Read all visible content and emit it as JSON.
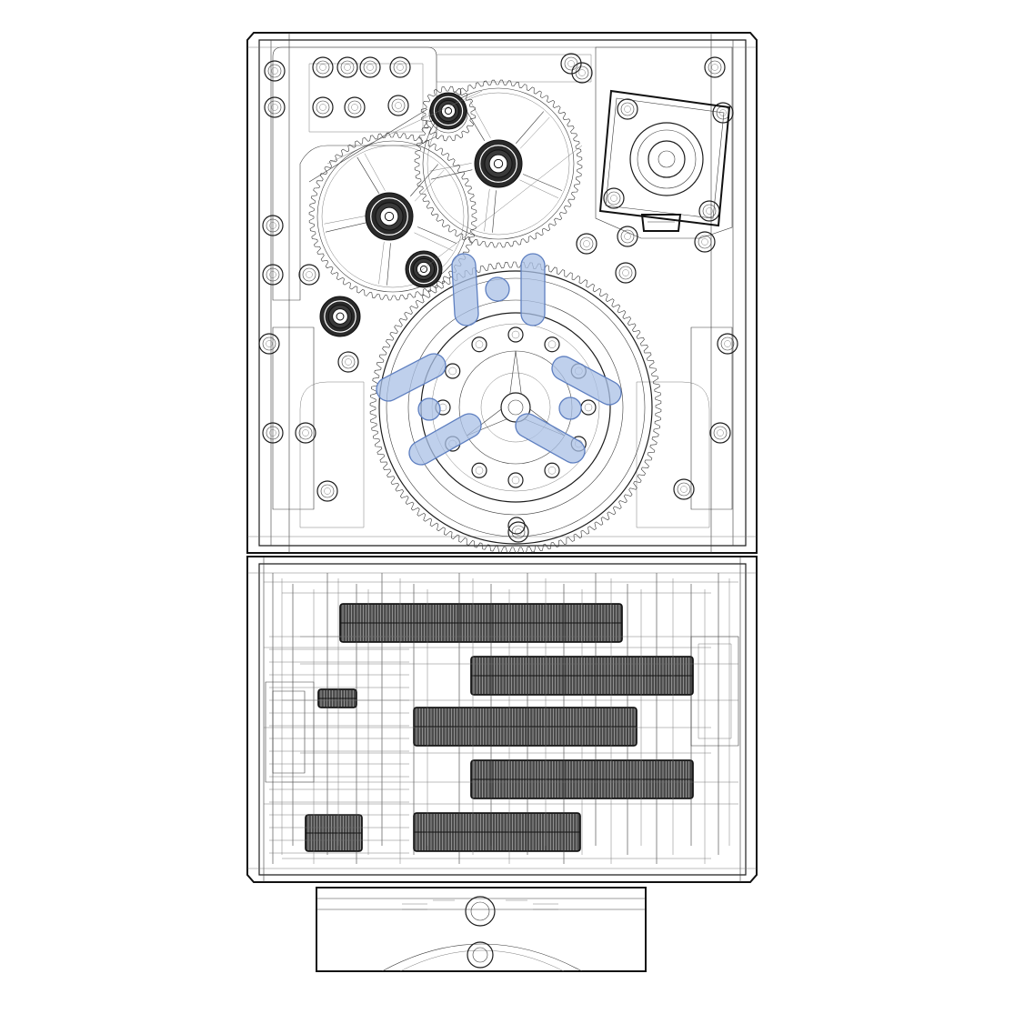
{
  "drawing": {
    "view": "front",
    "style": "wireframe-line-drawing",
    "line_color": "#1e1e1e",
    "background": "#ffffff",
    "highlight_fill": "#aac0e6",
    "highlight_stroke": "#5e7fc0",
    "highlight_opacity": 0.75
  },
  "parts": {
    "housing_upper": "gear-drive-housing",
    "housing_lower": "gear-stack-housing",
    "base": "mounting-base",
    "motor": "stepper-motor",
    "ring_gear": "large-ring-gear",
    "highlighted_feature": "slotted-mounting-holes"
  }
}
